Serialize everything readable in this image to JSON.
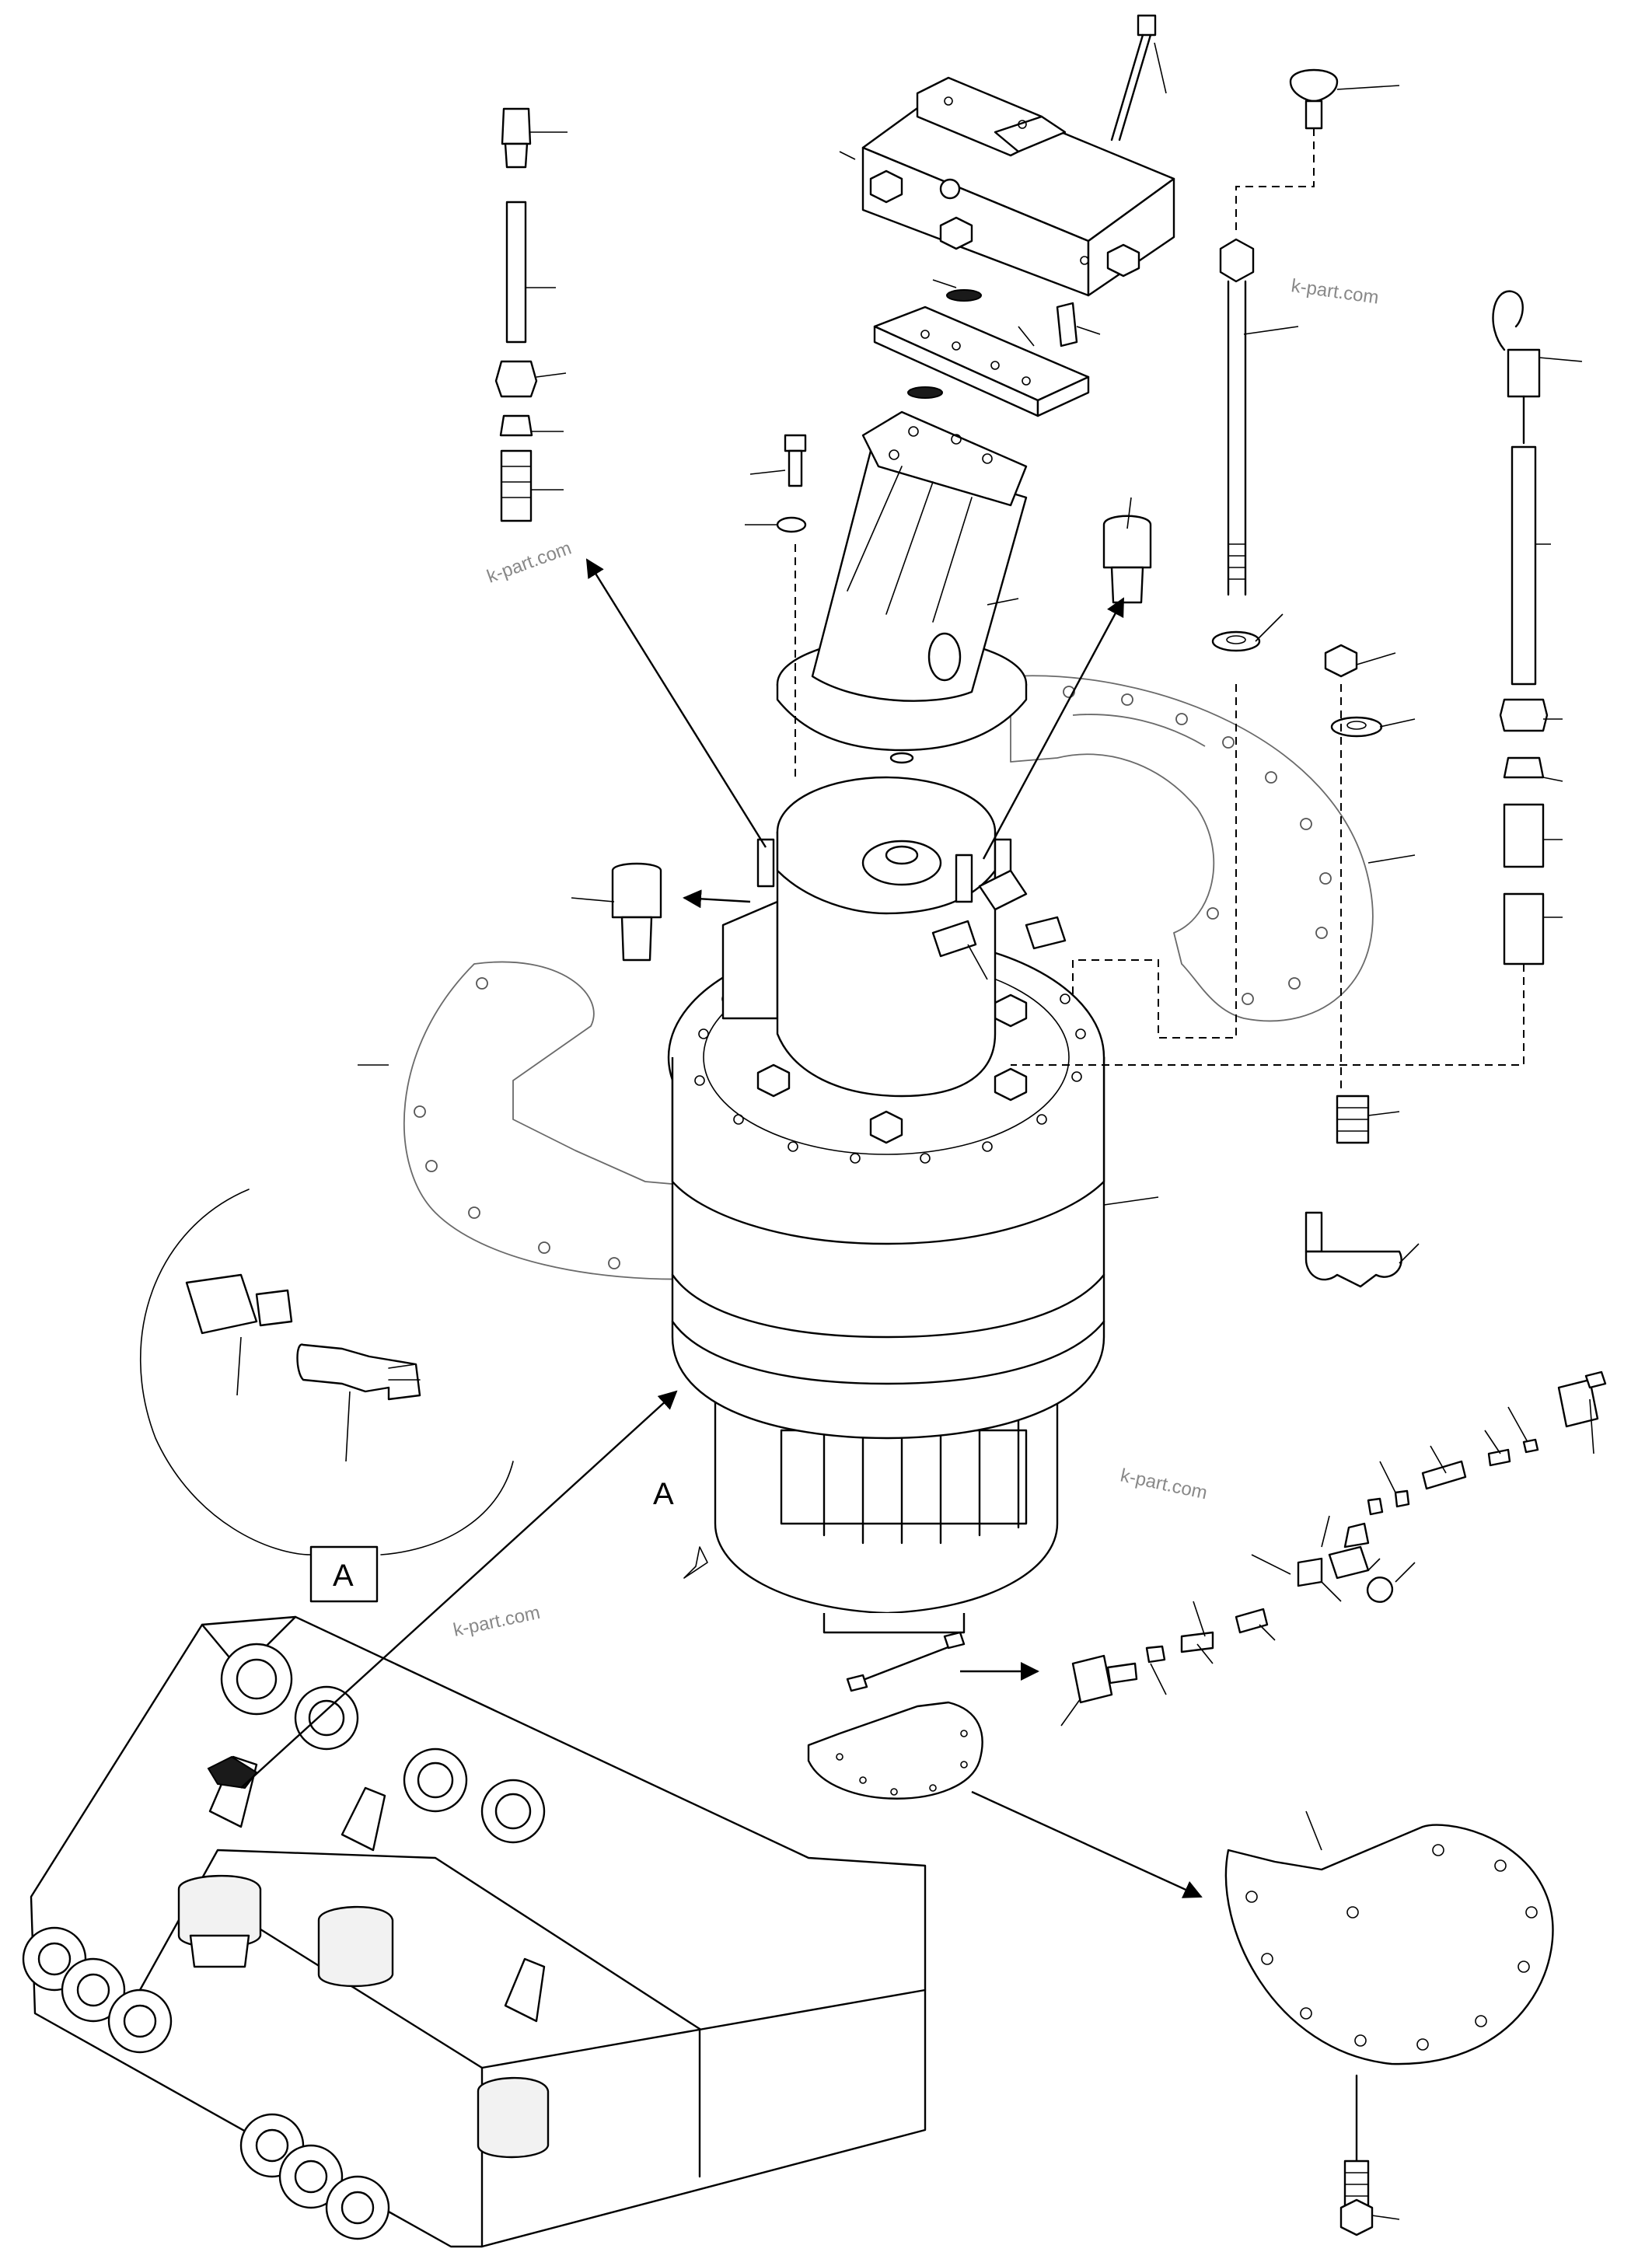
{
  "watermarks": [
    "k-part.com",
    "k-part.com",
    "k-part.com",
    "k-part.com"
  ],
  "view_labels": {
    "callout": "A",
    "box": "A"
  }
}
